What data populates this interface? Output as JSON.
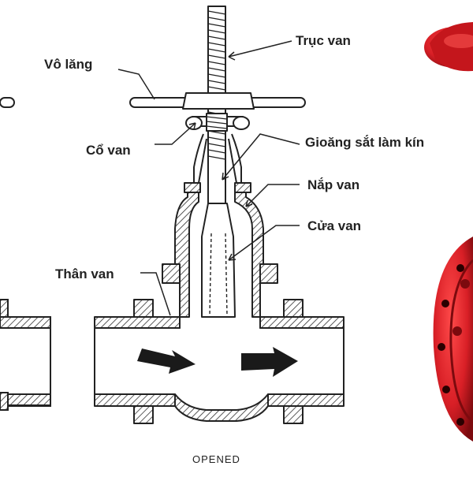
{
  "labels": {
    "truc_van": "Trục van",
    "vo_lang": "Vô lăng",
    "co_van": "Cổ van",
    "gioang": "Gioăng sắt làm kín",
    "nap_van": "Nắp van",
    "cua_van": "Cửa van",
    "than_van": "Thân van"
  },
  "caption": "OPENED",
  "colors": {
    "line": "#222222",
    "hatch": "#333333",
    "red": "#d81f26",
    "red_dark": "#8e0d12"
  }
}
